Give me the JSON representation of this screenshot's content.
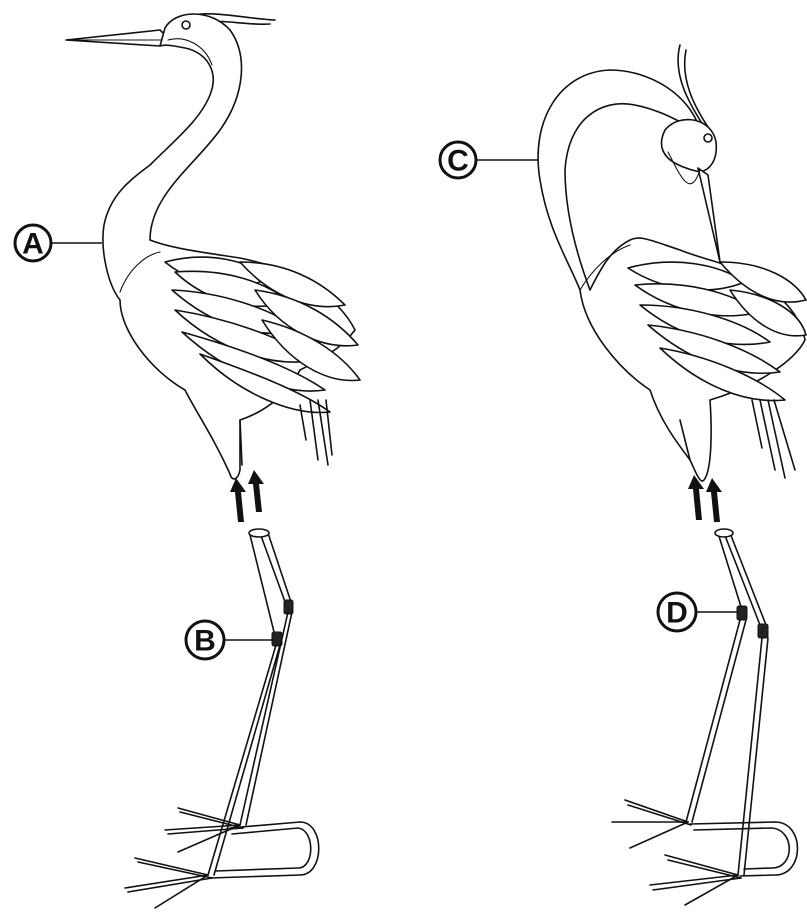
{
  "callouts": {
    "a": "A",
    "b": "B",
    "c": "C",
    "d": "D"
  },
  "parts": [
    {
      "label": "A",
      "icon": "heron-body-standing-icon"
    },
    {
      "label": "B",
      "icon": "leg-joint-icon"
    },
    {
      "label": "C",
      "icon": "heron-body-preening-icon"
    },
    {
      "label": "D",
      "icon": "leg-joint-icon"
    }
  ]
}
